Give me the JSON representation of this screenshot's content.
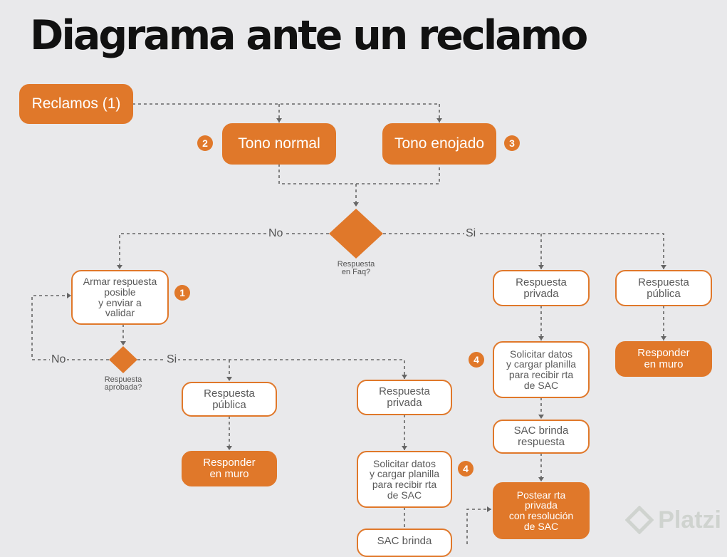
{
  "title": "Diagrama ante un reclamo",
  "nodes": {
    "reclamos": "Reclamos (1)",
    "tono_normal": "Tono normal",
    "tono_enojado": "Tono enojado",
    "armar_respuesta": "Armar respuesta\nposible\ny enviar a\nvalidar",
    "left_respuesta_publica": "Respuesta\npública",
    "left_responder_muro": "Responder\nen muro",
    "mid_respuesta_privada": "Respuesta\nprivada",
    "mid_solicitar_datos": "Solicitar datos\ny cargar planilla\npara recibir rta\nde SAC",
    "mid_sac_brinda": "SAC brinda",
    "right_respuesta_privada": "Respuesta\nprivada",
    "right_solicitar_datos": "Solicitar datos\ny cargar planilla\npara recibir rta\nde SAC",
    "right_sac_brinda": "SAC brinda\nrespuesta",
    "right_postear": "Postear rta\nprivada\ncon resolución\nde SAC",
    "far_respuesta_publica": "Respuesta\npública",
    "far_responder_muro": "Responder\nen muro"
  },
  "badges": {
    "tono_normal": "2",
    "tono_enojado": "3",
    "armar": "1",
    "mid_solicitar": "4",
    "right_solicitar": "4"
  },
  "labels": {
    "faq_no": "No",
    "faq_si": "Si",
    "faq_question": "Respuesta\nen Faq?",
    "aprob_no": "No",
    "aprob_si": "Si",
    "aprob_question": "Respuesta\naprobada?"
  },
  "watermark": "Platzi",
  "colors": {
    "accent": "#e0782a",
    "background": "#e9e9eb",
    "title": "#111111"
  }
}
